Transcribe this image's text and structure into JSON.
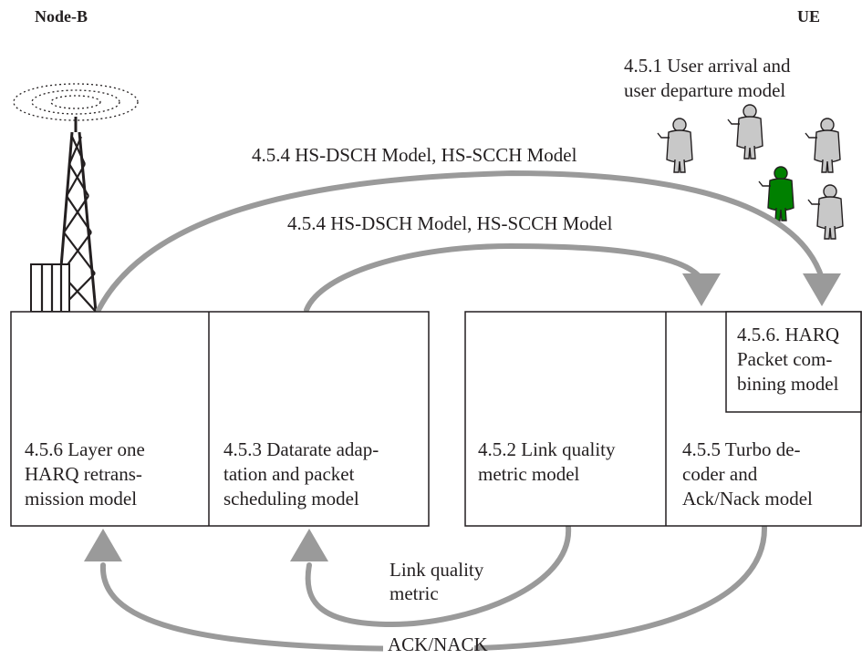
{
  "header": {
    "left": "Node-B",
    "right": "UE"
  },
  "ue_model": {
    "line1": "4.5.1 User arrival and",
    "line2": "user departure model"
  },
  "arc_labels": {
    "outer": "4.5.4 HS-DSCH Model, HS-SCCH Model",
    "inner": "4.5.4 HS-DSCH Model, HS-SCCH Model",
    "feedback_line1": "Link quality",
    "feedback_line2": "metric",
    "ack": "ACK/NACK"
  },
  "blocks": {
    "harq": [
      "4.5.6 Layer one",
      "HARQ retrans-",
      "mission model"
    ],
    "datarate": [
      "4.5.3 Datarate adap-",
      "tation and packet",
      "scheduling model"
    ],
    "linkq": [
      "4.5.2  Link quality",
      "metric model"
    ],
    "turbo": [
      "4.5.5 Turbo de-",
      "coder and",
      "Ack/Nack model"
    ],
    "combining": [
      "4.5.6. HARQ",
      "Packet com-",
      "bining model"
    ]
  },
  "colors": {
    "arrow": "#9a9a9a",
    "ue_idle": "#c8c8c8",
    "ue_active": "#008000",
    "stroke": "#231f20"
  }
}
